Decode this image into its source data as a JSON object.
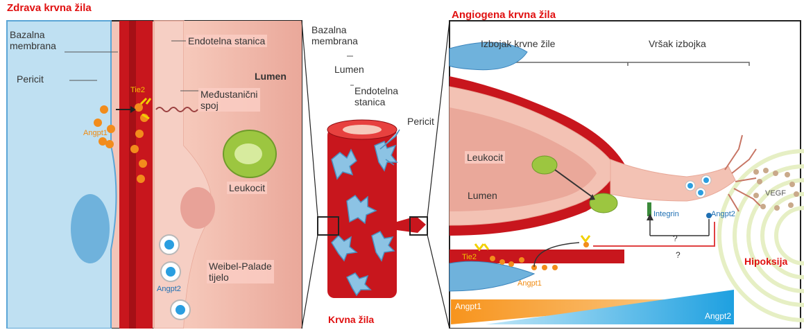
{
  "left_panel": {
    "title": "Zdrava krvna žila",
    "labels": {
      "basement_membrane": "Bazalna\nmembrana",
      "pericyte": "Pericit",
      "endothelial_cell": "Endotelna stanica",
      "lumen": "Lumen",
      "junction": "Međustanični\nspoj",
      "leukocyte": "Leukocit",
      "weibel_palade": "Weibel-Palade\ntijelo",
      "tie2": "Tie2",
      "angpt1": "Angpt1",
      "angpt2": "Angpt2"
    }
  },
  "center_panel": {
    "labels": {
      "basement_membrane": "Bazalna\nmembrana",
      "lumen": "Lumen",
      "endothelial_cell": "Endotelna\nstanica",
      "pericyte": "Pericit",
      "vessel": "Krvna žila"
    }
  },
  "right_panel": {
    "title": "Angiogena krvna žila",
    "labels": {
      "stalk": "Izbojak krvne žile",
      "tip": "Vršak izbojka",
      "leukocyte": "Leukocit",
      "lumen": "Lumen",
      "integrin": "Integrin",
      "angpt2": "Angpt2",
      "tie2": "Tie2",
      "angpt1": "Angpt1",
      "vegf": "VEGF",
      "hypoxia": "Hipoksija",
      "q1": "?",
      "q2": "?",
      "gradient_angpt1": "Angpt1",
      "gradient_angpt2": "Angpt2"
    }
  },
  "colors": {
    "title": "#e01010",
    "vessel_red": "#c8161d",
    "pericyte_blue": "#5aa5d6",
    "endothelial_pink": "#f0b6a8",
    "leukocyte_green": "#9cc640",
    "angpt1_orange": "#f08a10",
    "angpt2_blue": "#1ea0e0"
  }
}
